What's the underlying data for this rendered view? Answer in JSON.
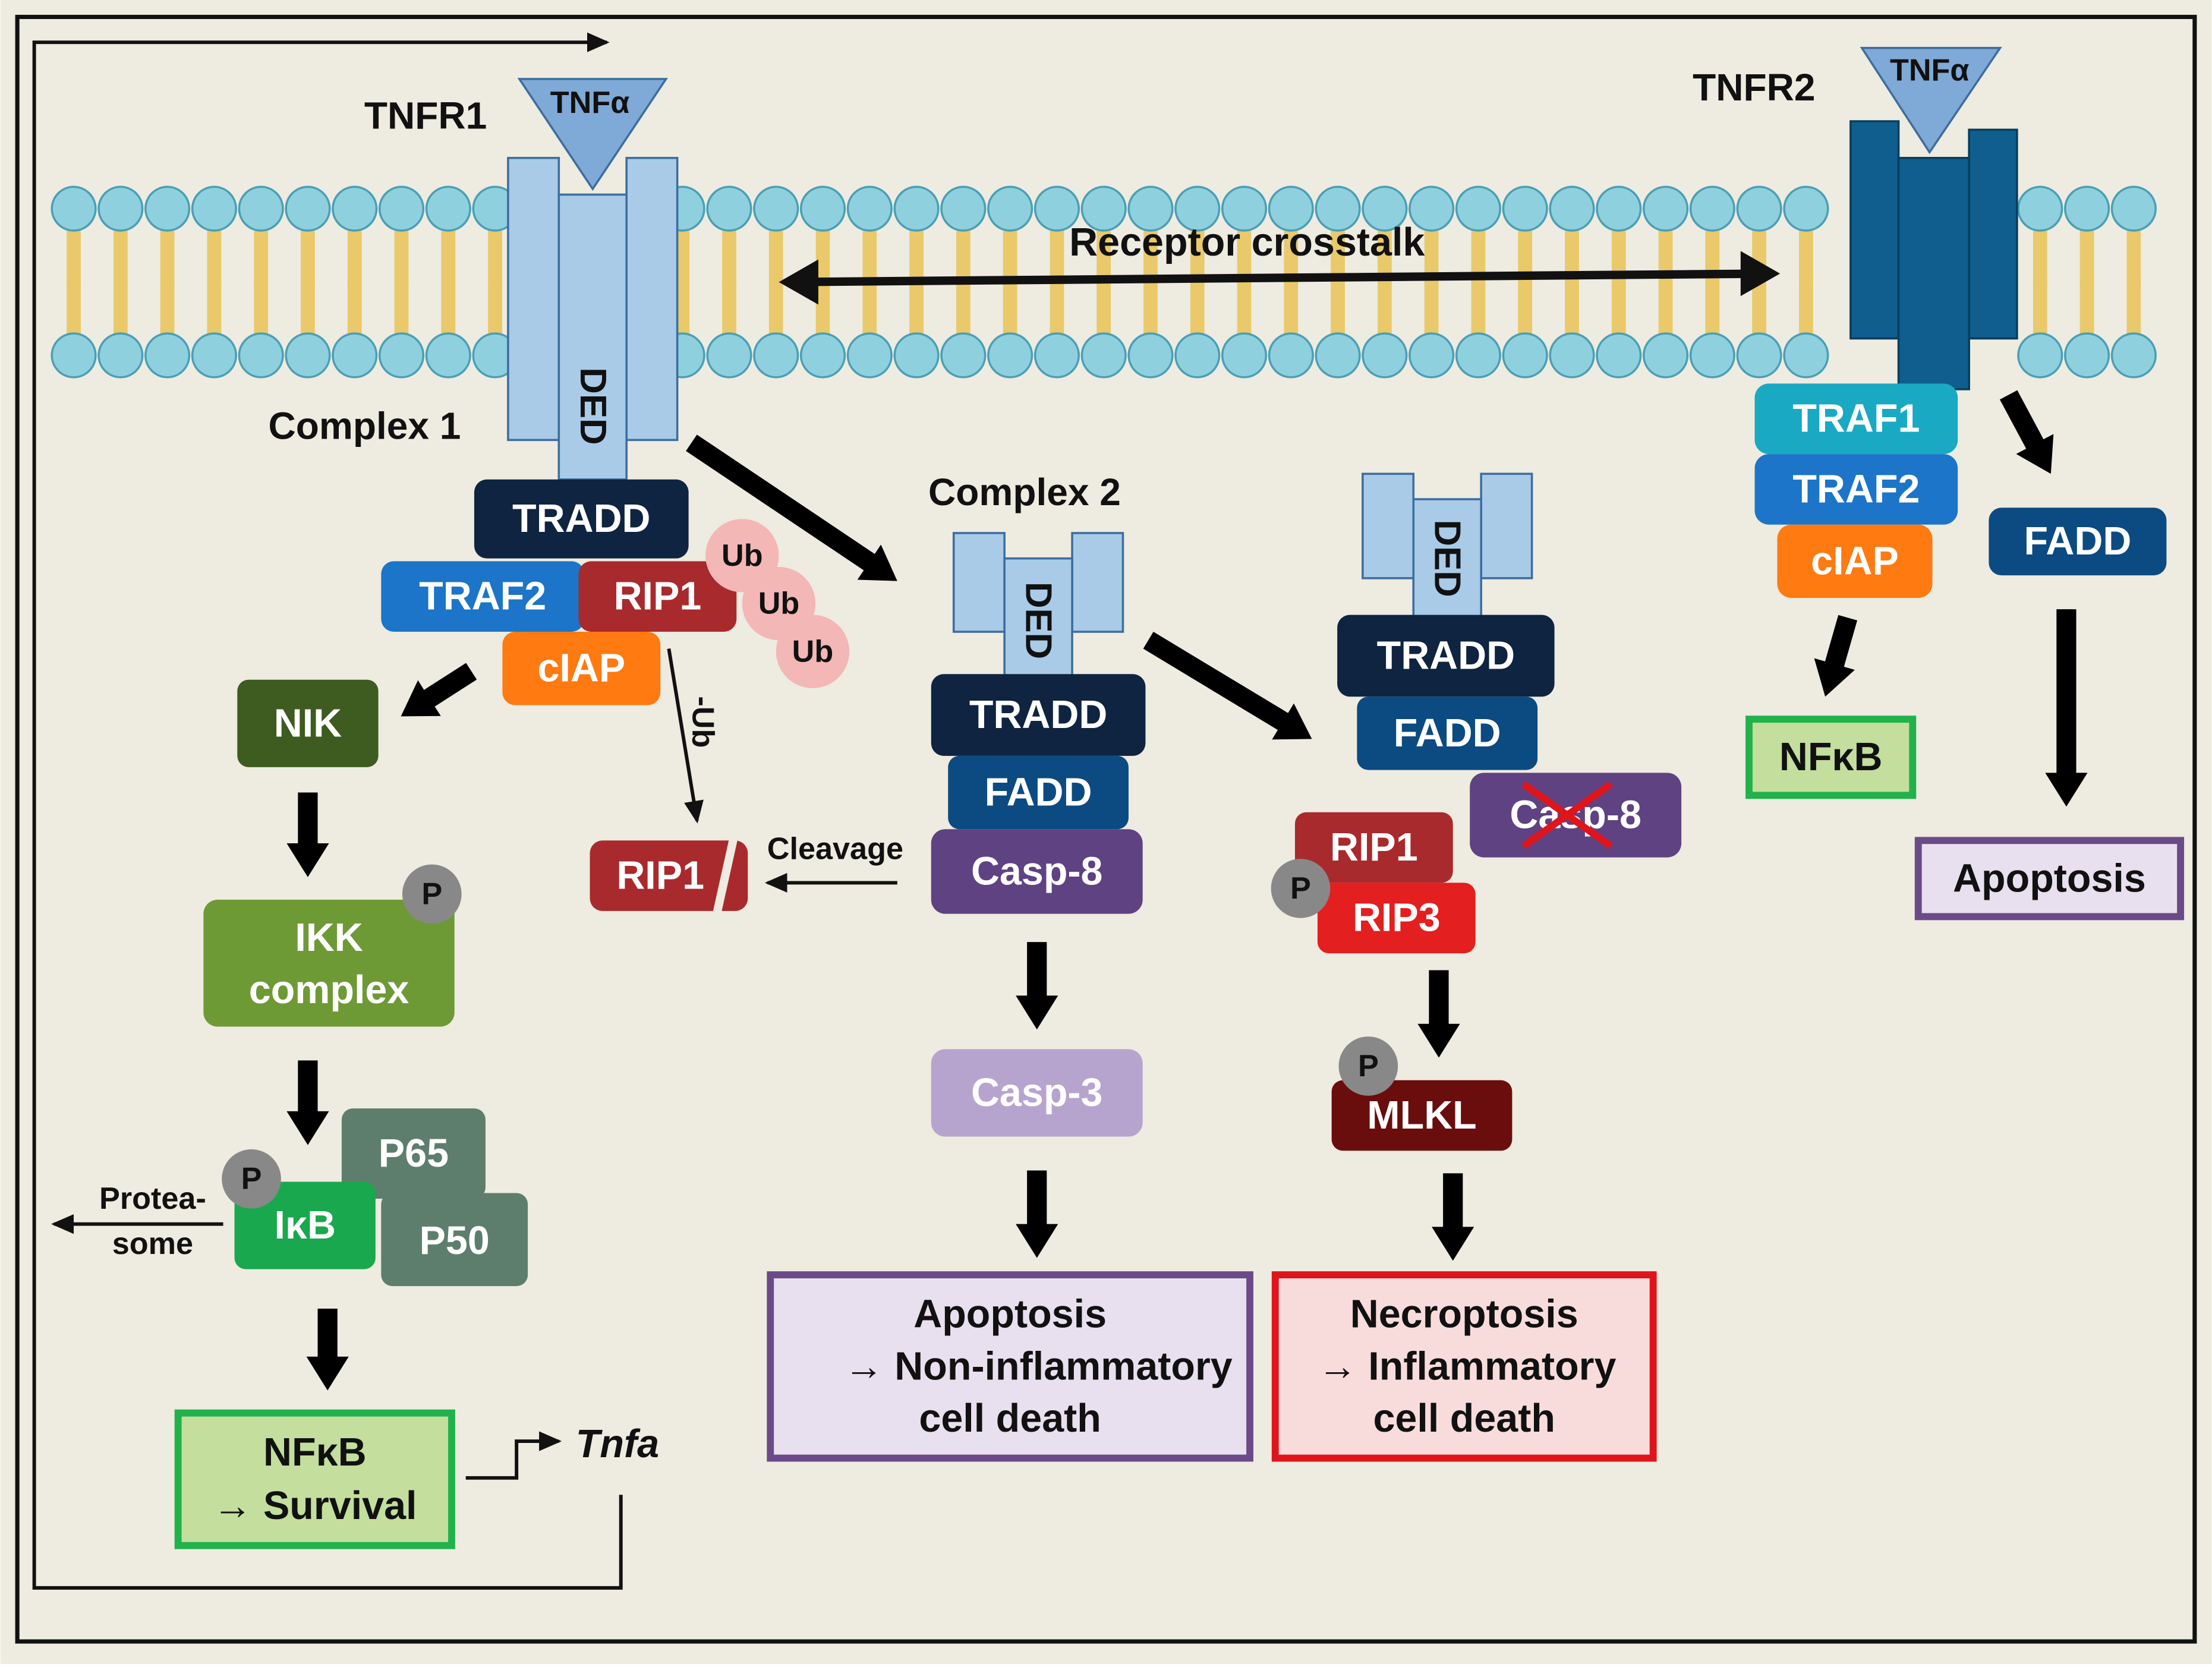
{
  "colors": {
    "background": "#EEEBE0",
    "frame": "#111111",
    "head_fill": "#8FD0DF",
    "head_stroke": "#4A9FB5",
    "tail_fill": "#E9C96A",
    "tnfr1": "#A9CBE8",
    "tnfr1_stroke": "#3C6E9E",
    "tnfr2": "#0F5E8E",
    "tnfa": "#7FA9D6",
    "tradd": "#0E2440",
    "traf2": "#1C75C8",
    "traf1": "#19A9C3",
    "rip1": "#A92A2C",
    "ciap": "#FF7A11",
    "ub": "#F3B7B6",
    "nik": "#3E5B20",
    "ikk": "#6E9A36",
    "p65": "#5E7E6D",
    "ikb": "#19A84E",
    "nfkb_fill": "#C3DE9D",
    "nfkb_border": "#21B24B",
    "fadd": "#0C4A82",
    "casp8": "#5F4282",
    "casp3": "#B7A4CE",
    "rip3": "#E31F1F",
    "mlkl": "#6A0D0D",
    "p_badge": "#888888",
    "apoptosis_fill": "#E8E0EE",
    "apoptosis_border": "#6B4A89",
    "necro_fill": "#F8DCDC",
    "necro_border": "#E0141B",
    "x_mark": "#E0141B"
  },
  "labels": {
    "tnfr1": "TNFR1",
    "tnfr2": "TNFR2",
    "tnfa": "TNFα",
    "crosstalk": "Receptor crosstalk",
    "complex1": "Complex 1",
    "complex2": "Complex 2",
    "ded": "DED",
    "tradd": "TRADD",
    "traf2": "TRAF2",
    "traf1": "TRAF1",
    "rip1": "RIP1",
    "rip3": "RIP3",
    "ciap": "cIAP",
    "ub": "Ub",
    "minus_ub": "-Ub",
    "cleavage": "Cleavage",
    "nik": "NIK",
    "ikk_line1": "IKK",
    "ikk_line2": "complex",
    "p": "P",
    "p65": "P65",
    "p50": "P50",
    "ikb": "IκB",
    "proteasome_line1": "Protea-",
    "proteasome_line2": "some",
    "nfkb": "NFκB",
    "survival": "→ Survival",
    "tnfa_gene": "Tnfa",
    "fadd": "FADD",
    "casp8": "Casp-8",
    "casp3": "Casp-3",
    "mlkl": "MLKL",
    "apoptosis": "Apoptosis",
    "noninflammatory": "→ Non-inflammatory",
    "inflammatory": "→ Inflammatory",
    "cell_death": "cell death",
    "necroptosis": "Necroptosis"
  }
}
